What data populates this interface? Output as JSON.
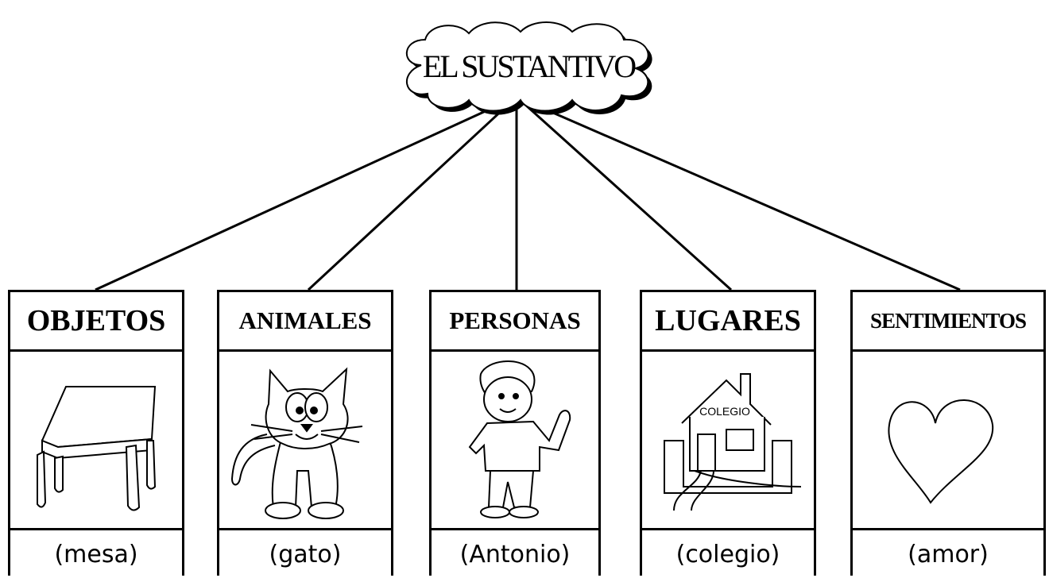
{
  "diagram": {
    "root": {
      "label": "EL SUSTANTIVO"
    },
    "categories": [
      {
        "id": "objetos",
        "title": "OBJETOS",
        "example": "(mesa)",
        "icon": "table-icon"
      },
      {
        "id": "animales",
        "title": "ANIMALES",
        "example": "(gato)",
        "icon": "cat-icon"
      },
      {
        "id": "personas",
        "title": "PERSONAS",
        "example": "(Antonio)",
        "icon": "person-icon"
      },
      {
        "id": "lugares",
        "title": "LUGARES",
        "example": "(colegio)",
        "icon": "school-icon",
        "sign": "COLEGIO"
      },
      {
        "id": "sentimientos",
        "title": "SENTIMIENTOS",
        "example": "(amor)",
        "icon": "heart-icon"
      }
    ]
  }
}
